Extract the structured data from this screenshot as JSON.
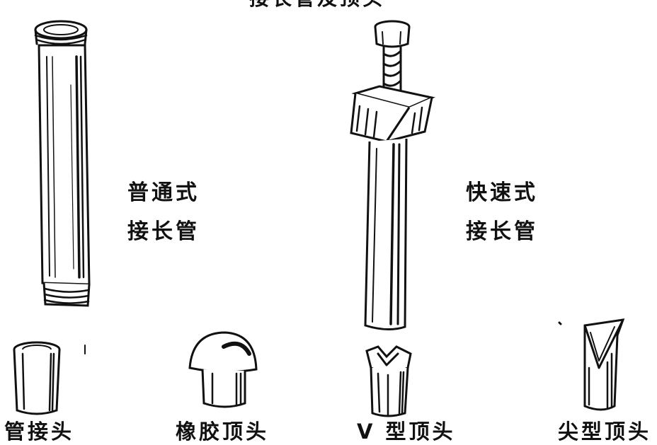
{
  "header": {
    "title_partial": "接长管及顶头"
  },
  "parts": {
    "normal_pipe": {
      "line1": "普通式",
      "line2": "接长管"
    },
    "quick_pipe": {
      "line1": "快速式",
      "line2": "接长管"
    },
    "pipe_joint": {
      "label": "管接头"
    },
    "rubber_tip": {
      "label": "橡胶顶头"
    },
    "v_tip": {
      "label": "V 型顶头"
    },
    "pointed_tip": {
      "label": "尖型顶头"
    }
  },
  "colors": {
    "ink": "#111111",
    "background": "#ffffff"
  }
}
